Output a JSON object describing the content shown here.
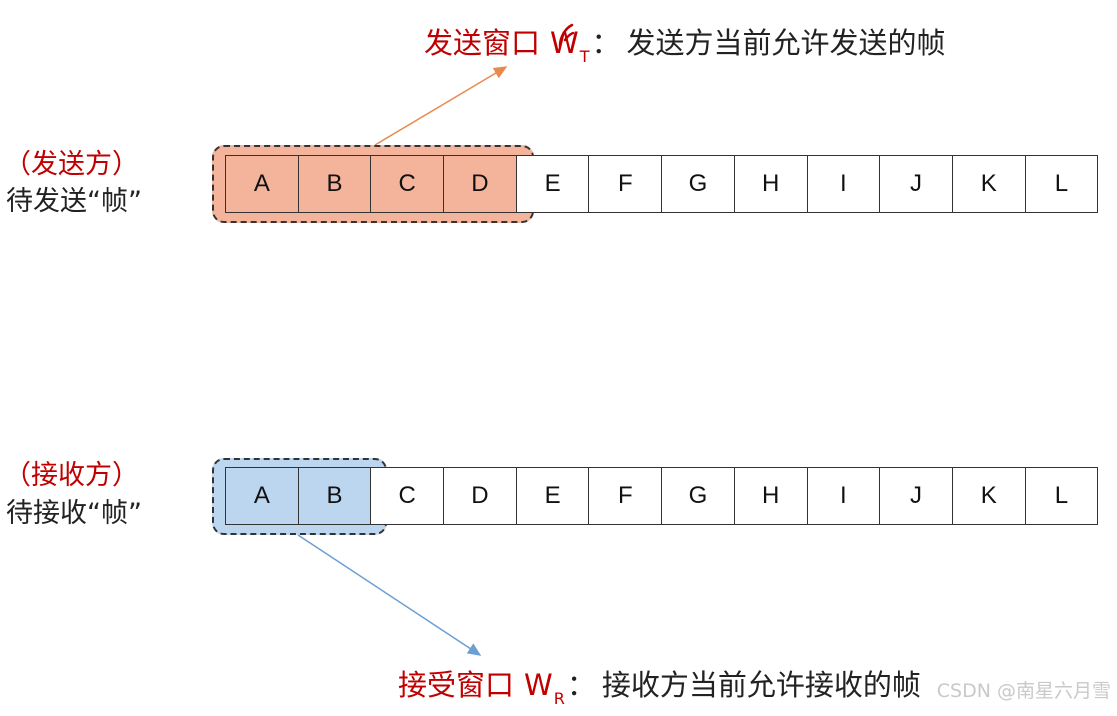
{
  "sender": {
    "window_caption": {
      "name": "发送窗口",
      "symbol": "W",
      "subscript": "T",
      "colon": "：",
      "description": "发送方当前允许发送的帧"
    },
    "role": "（发送方）",
    "label": "待发送“帧”",
    "frames": [
      "A",
      "B",
      "C",
      "D",
      "E",
      "F",
      "G",
      "H",
      "I",
      "J",
      "K",
      "L"
    ],
    "window_size": 4,
    "window_color": "#f4b39b",
    "arrow_color": "#e8894e"
  },
  "receiver": {
    "window_caption": {
      "name": "接受窗口",
      "symbol": "W",
      "subscript": "R",
      "colon": "：",
      "description": "接收方当前允许接收的帧"
    },
    "role": "（接收方）",
    "label": "待接收“帧”",
    "frames": [
      "A",
      "B",
      "C",
      "D",
      "E",
      "F",
      "G",
      "H",
      "I",
      "J",
      "K",
      "L"
    ],
    "window_size": 2,
    "window_color": "#bdd6ef",
    "arrow_color": "#6a9fd4"
  },
  "caption_accent_color": "#c00000",
  "watermark": "CSDN @南星六月雪"
}
